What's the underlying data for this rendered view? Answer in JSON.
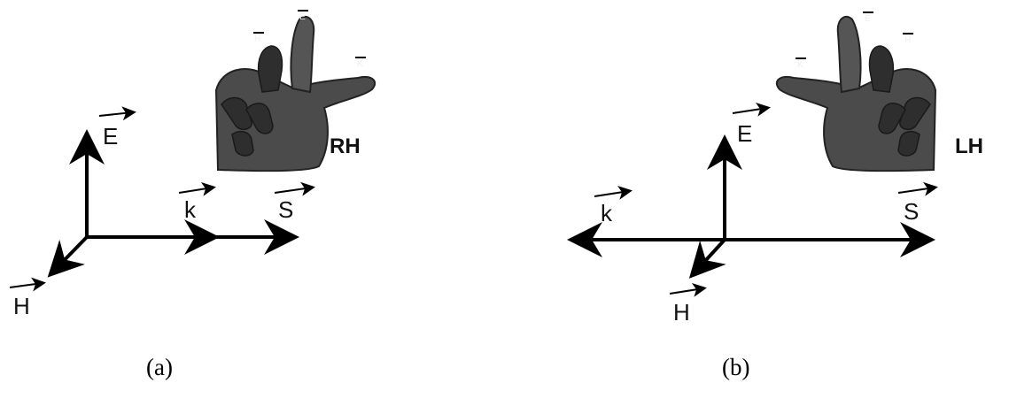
{
  "panels": [
    {
      "id": "a",
      "caption": "(a)",
      "hand_label": "RH",
      "vectors": {
        "E": "E",
        "H": "H",
        "k": "k",
        "S": "S"
      },
      "finger_labels": {
        "H": "H",
        "E": "E",
        "K": "K"
      }
    },
    {
      "id": "b",
      "caption": "(b)",
      "hand_label": "LH",
      "vectors": {
        "E": "E",
        "H": "H",
        "k": "k",
        "S": "S"
      },
      "finger_labels": {
        "E": "E",
        "H": "H",
        "K": "K"
      }
    }
  ],
  "colors": {
    "ink": "#000000",
    "hand": "#4b4b4b",
    "hand_shadow": "#2e2e2e"
  },
  "icons": [
    "right-hand-icon",
    "left-hand-icon"
  ]
}
